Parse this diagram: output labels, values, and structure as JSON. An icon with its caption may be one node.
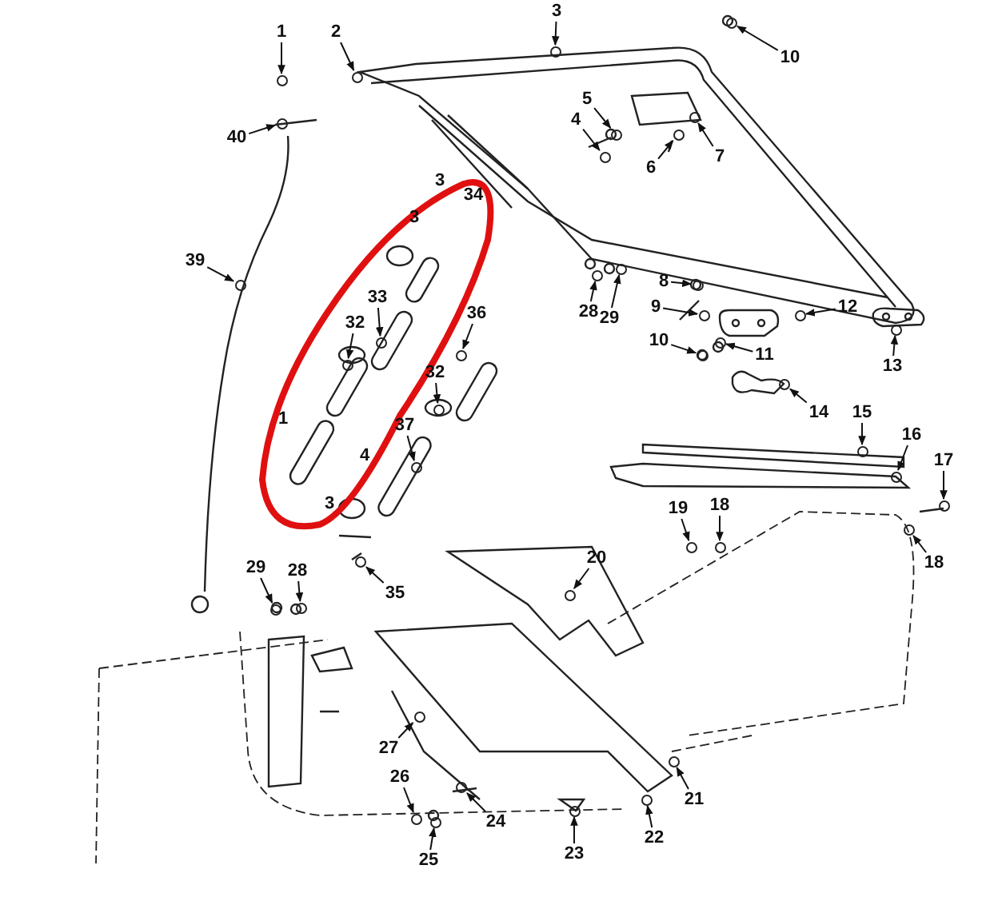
{
  "diagram": {
    "nodes": [
      {
        "text": [
          "1"
        ]
      },
      {
        "text": [
          "2"
        ]
      },
      {
        "text": [
          "3"
        ]
      },
      {
        "text": [
          "10"
        ]
      },
      {
        "text": [
          "40"
        ]
      },
      {
        "text": [
          "5"
        ]
      },
      {
        "text": [
          "4"
        ]
      },
      {
        "text": [
          "7"
        ]
      },
      {
        "text": [
          "6"
        ]
      },
      {
        "text": [
          "39"
        ]
      },
      {
        "text": [
          "33"
        ]
      },
      {
        "text": [
          "36"
        ]
      },
      {
        "text": [
          "32"
        ]
      },
      {
        "text": [
          "32"
        ]
      },
      {
        "text": [
          "37"
        ]
      },
      {
        "text": [
          "8"
        ]
      },
      {
        "text": [
          "9"
        ]
      },
      {
        "text": [
          "12"
        ]
      },
      {
        "text": [
          "10"
        ]
      },
      {
        "text": [
          "11"
        ]
      },
      {
        "text": [
          "13"
        ]
      },
      {
        "text": [
          "28"
        ]
      },
      {
        "text": [
          "29"
        ]
      },
      {
        "text": [
          "14"
        ]
      },
      {
        "text": [
          "15"
        ]
      },
      {
        "text": [
          "16"
        ]
      },
      {
        "text": [
          "17"
        ]
      },
      {
        "text": [
          "19"
        ]
      },
      {
        "text": [
          "18"
        ]
      },
      {
        "text": [
          "18"
        ]
      },
      {
        "text": [
          "29"
        ]
      },
      {
        "text": [
          "28"
        ]
      },
      {
        "text": [
          "35"
        ]
      },
      {
        "text": [
          "20"
        ]
      },
      {
        "text": [
          "27"
        ]
      },
      {
        "text": [
          "26"
        ]
      },
      {
        "text": [
          "24"
        ]
      },
      {
        "text": [
          "25"
        ]
      },
      {
        "text": [
          "21"
        ]
      },
      {
        "text": [
          "22"
        ]
      },
      {
        "text": [
          "23"
        ]
      },
      {
        "text": [],
        "shape": "circle"
      },
      {
        "text": [],
        "shape": "circle"
      },
      {
        "text": [],
        "shape": "circle"
      },
      {
        "text": [],
        "shape": "circle"
      },
      {
        "text": [],
        "shape": "circle"
      },
      {
        "text": [],
        "shape": "circle"
      },
      {
        "text": [],
        "shape": "circle"
      },
      {
        "text": [],
        "shape": "circle"
      },
      {
        "text": [],
        "shape": "circle"
      },
      {
        "text": [],
        "shape": "circle"
      },
      {
        "text": [],
        "shape": "circle"
      },
      {
        "text": [],
        "shape": "circle"
      },
      {
        "text": [],
        "shape": "circle"
      },
      {
        "text": [],
        "shape": "circle"
      },
      {
        "text": [],
        "shape": "circle"
      },
      {
        "text": [],
        "shape": "circle"
      },
      {
        "text": [],
        "shape": "circle"
      },
      {
        "text": [],
        "shape": "circle"
      },
      {
        "text": [],
        "shape": "circle"
      },
      {
        "text": [],
        "shape": "circle"
      },
      {
        "text": [],
        "shape": "circle"
      },
      {
        "text": [],
        "shape": "circle"
      },
      {
        "text": [],
        "shape": "circle"
      },
      {
        "text": [],
        "shape": "circle"
      },
      {
        "text": [],
        "shape": "circle"
      },
      {
        "text": [],
        "shape": "circle"
      },
      {
        "text": [],
        "shape": "circle"
      },
      {
        "text": [],
        "shape": "circle"
      },
      {
        "text": [],
        "shape": "circle"
      },
      {
        "text": [],
        "shape": "circle"
      },
      {
        "text": [],
        "shape": "circle"
      },
      {
        "text": [],
        "shape": "circle"
      },
      {
        "text": [],
        "shape": "circle"
      },
      {
        "text": [],
        "shape": "circle"
      },
      {
        "text": [],
        "shape": "circle"
      },
      {
        "text": [],
        "shape": "circle"
      },
      {
        "text": [],
        "shape": "circle"
      },
      {
        "text": [],
        "shape": "circle"
      },
      {
        "text": [],
        "shape": "circle"
      },
      {
        "text": [],
        "shape": "circle"
      },
      {
        "text": [],
        "shape": "circle"
      }
    ],
    "edges": [
      {
        "from": 0,
        "to": 41,
        "arrow": "to"
      },
      {
        "from": 1,
        "to": 42,
        "arrow": "to"
      },
      {
        "from": 2,
        "to": 43,
        "arrow": "to"
      },
      {
        "from": 3,
        "to": 44,
        "arrow": "to"
      },
      {
        "from": 4,
        "to": 45,
        "arrow": "to"
      },
      {
        "from": 5,
        "to": 46,
        "arrow": "to"
      },
      {
        "from": 6,
        "to": 47,
        "arrow": "to"
      },
      {
        "from": 7,
        "to": 48,
        "arrow": "to"
      },
      {
        "from": 8,
        "to": 49,
        "arrow": "to"
      },
      {
        "from": 9,
        "to": 50,
        "arrow": "to"
      },
      {
        "from": 10,
        "to": 51,
        "arrow": "to"
      },
      {
        "from": 11,
        "to": 52,
        "arrow": "to"
      },
      {
        "from": 12,
        "to": 53,
        "arrow": "to"
      },
      {
        "from": 13,
        "to": 54,
        "arrow": "to"
      },
      {
        "from": 14,
        "to": 55,
        "arrow": "to"
      },
      {
        "from": 15,
        "to": 56,
        "arrow": "to"
      },
      {
        "from": 16,
        "to": 57,
        "arrow": "to"
      },
      {
        "from": 17,
        "to": 58,
        "arrow": "to"
      },
      {
        "from": 18,
        "to": 59,
        "arrow": "to"
      },
      {
        "from": 19,
        "to": 60,
        "arrow": "to"
      },
      {
        "from": 20,
        "to": 61,
        "arrow": "to"
      },
      {
        "from": 21,
        "to": 62,
        "arrow": "to"
      },
      {
        "from": 22,
        "to": 63,
        "arrow": "to"
      },
      {
        "from": 23,
        "to": 64,
        "arrow": "to"
      },
      {
        "from": 24,
        "to": 65,
        "arrow": "to"
      },
      {
        "from": 25,
        "to": 66,
        "arrow": "to"
      },
      {
        "from": 26,
        "to": 67,
        "arrow": "to"
      },
      {
        "from": 27,
        "to": 68,
        "arrow": "to"
      },
      {
        "from": 28,
        "to": 69,
        "arrow": "to"
      },
      {
        "from": 29,
        "to": 70,
        "arrow": "to"
      },
      {
        "from": 30,
        "to": 71,
        "arrow": "to"
      },
      {
        "from": 31,
        "to": 72,
        "arrow": "to"
      },
      {
        "from": 32,
        "to": 73,
        "arrow": "to"
      },
      {
        "from": 33,
        "to": 74,
        "arrow": "to"
      },
      {
        "from": 34,
        "to": 75,
        "arrow": "to"
      },
      {
        "from": 35,
        "to": 76,
        "arrow": "to"
      },
      {
        "from": 36,
        "to": 77,
        "arrow": "to"
      },
      {
        "from": 37,
        "to": 78,
        "arrow": "to"
      },
      {
        "from": 38,
        "to": 79,
        "arrow": "to"
      },
      {
        "from": 39,
        "to": 80,
        "arrow": "to"
      },
      {
        "from": 40,
        "to": 81,
        "arrow": "to"
      }
    ],
    "labels": [
      "3",
      "34",
      "3",
      "1",
      "4",
      "3"
    ]
  }
}
